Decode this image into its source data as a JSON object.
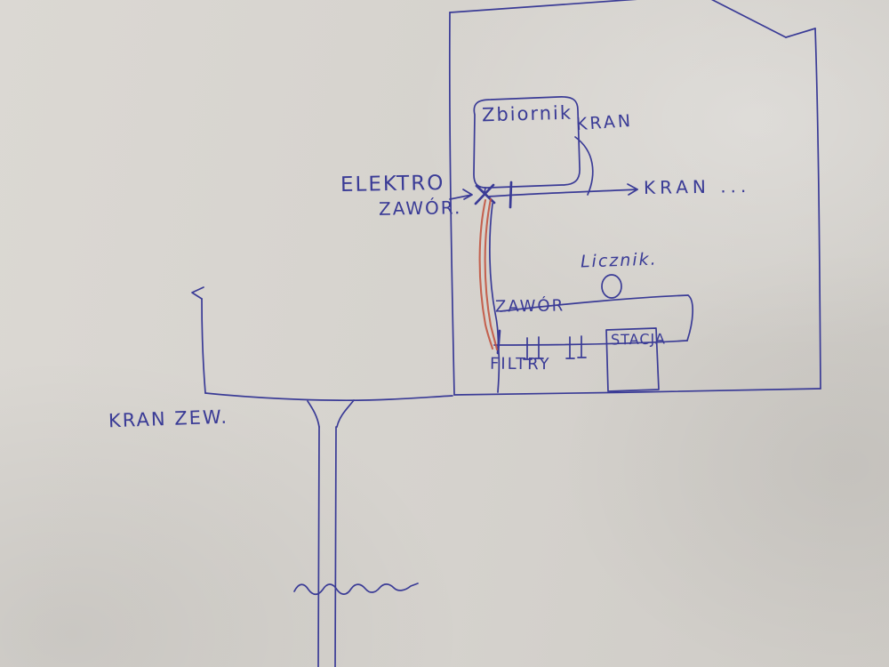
{
  "meta": {
    "description": "Hand-drawn pen sketch on paper of a house water supply diagram with tank, electro-valve, meter, filters and station",
    "language": "Polish"
  },
  "colors": {
    "pen": "#3a3b96",
    "highlight": "#c2523f",
    "paper": "#d6d3ce"
  },
  "labels": {
    "zbiornik": "Zbiornik",
    "kran_tank": "KRAN",
    "elektro_line1": "ELEKTRO",
    "elektro_line2": "ZAWÓR.",
    "kran_out": "KRAN ...",
    "licznik": "Licznik.",
    "zawor": "ZAWÓR",
    "filtry": "FILTRY",
    "stacja": "STACJA",
    "kran_zew": "KRAN ZEW."
  }
}
